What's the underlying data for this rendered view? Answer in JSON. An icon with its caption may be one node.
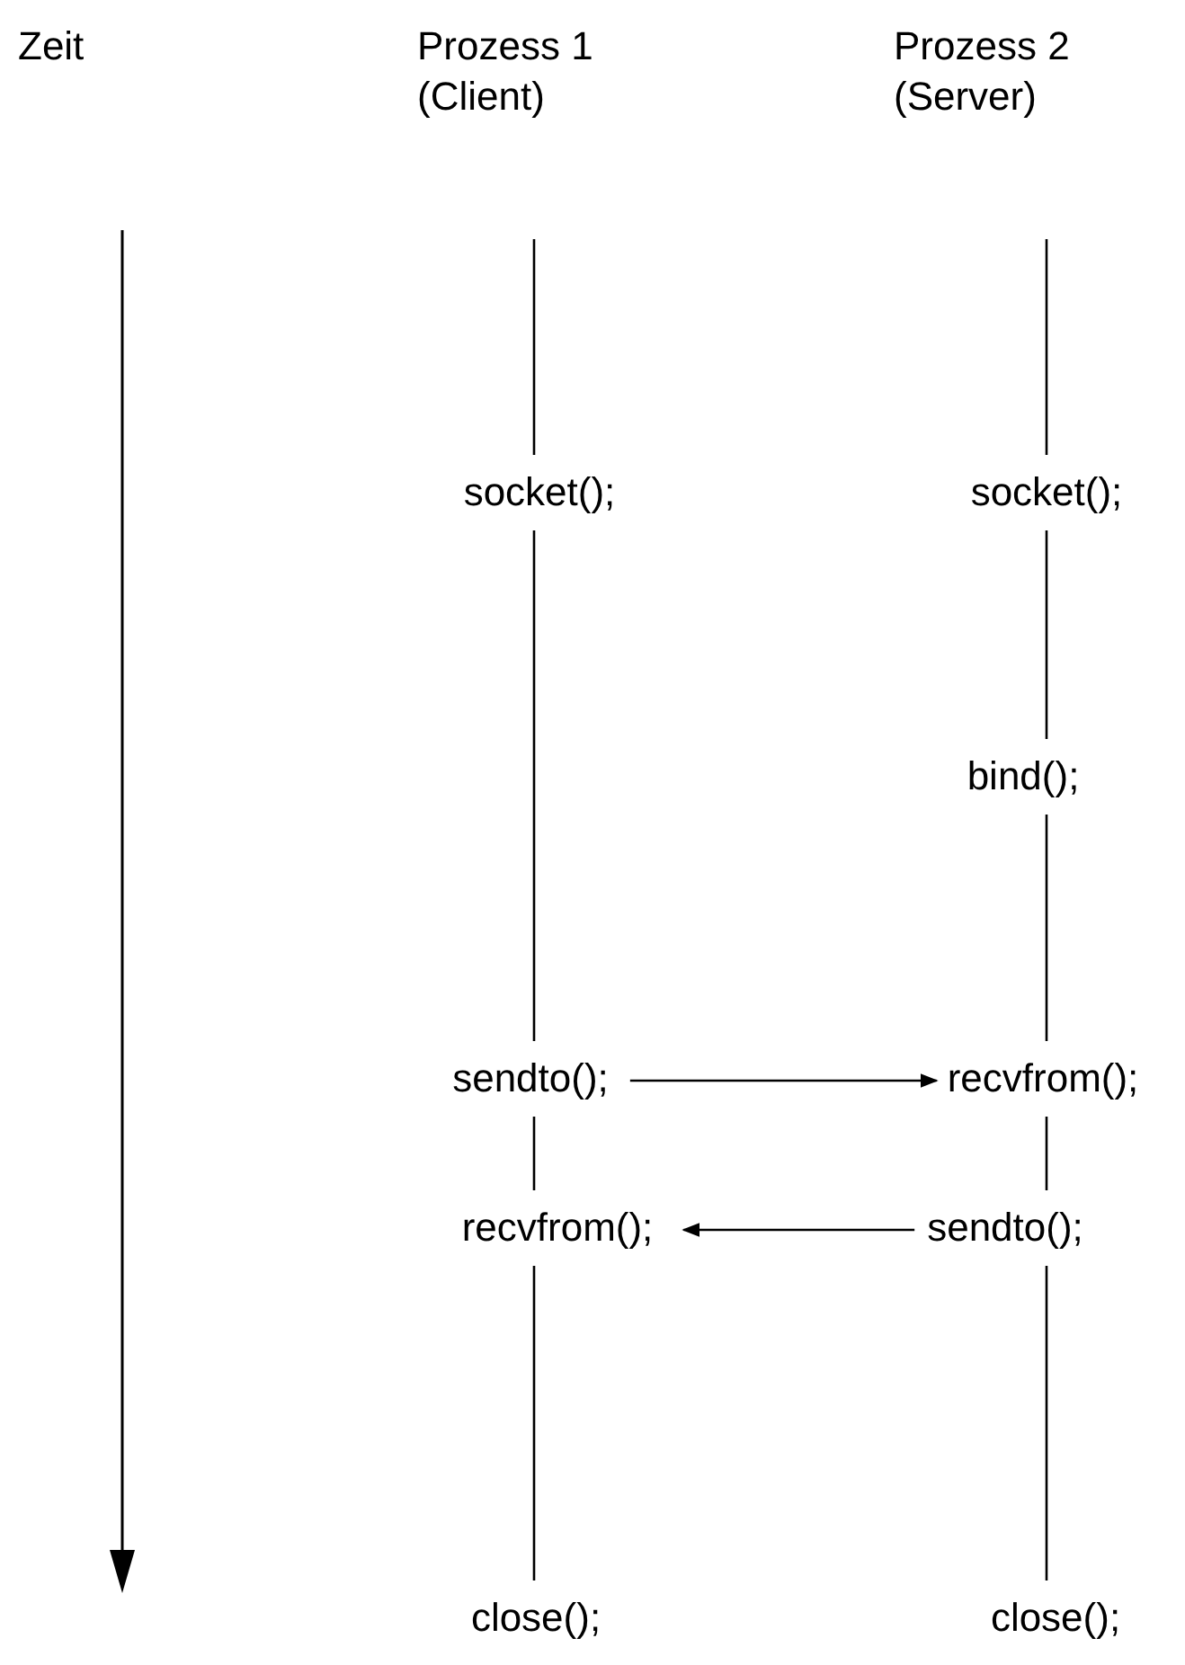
{
  "diagram": {
    "nodes": [
      {
        "text": [
          "Prozess 1 (Client)"
        ]
      },
      {
        "text": [
          "Prozess 2 (Server)"
        ]
      },
      {
        "text": [
          "socket();"
        ]
      },
      {
        "text": [
          "socket();"
        ]
      },
      {
        "text": [
          "bind();"
        ]
      },
      {
        "text": [
          "sendto();"
        ]
      },
      {
        "text": [
          "recvfrom();"
        ]
      },
      {
        "text": [
          "recvfrom();"
        ]
      },
      {
        "text": [
          "sendto();"
        ]
      },
      {
        "text": [
          "close();"
        ]
      },
      {
        "text": [
          "close();"
        ]
      }
    ],
    "edges": [
      {
        "from": 0,
        "to": 2,
        "arrow": "none"
      },
      {
        "from": 2,
        "to": 5,
        "arrow": "none"
      },
      {
        "from": 5,
        "to": 7,
        "arrow": "none"
      },
      {
        "from": 7,
        "to": 9,
        "arrow": "none"
      },
      {
        "from": 1,
        "to": 3,
        "arrow": "none"
      },
      {
        "from": 3,
        "to": 4,
        "arrow": "none"
      },
      {
        "from": 4,
        "to": 6,
        "arrow": "none"
      },
      {
        "from": 6,
        "to": 8,
        "arrow": "none"
      },
      {
        "from": 8,
        "to": 10,
        "arrow": "none"
      },
      {
        "from": 5,
        "to": 6,
        "arrow": "to"
      },
      {
        "from": 8,
        "to": 7,
        "arrow": "to"
      }
    ],
    "labels": [
      "Zeit"
    ]
  }
}
